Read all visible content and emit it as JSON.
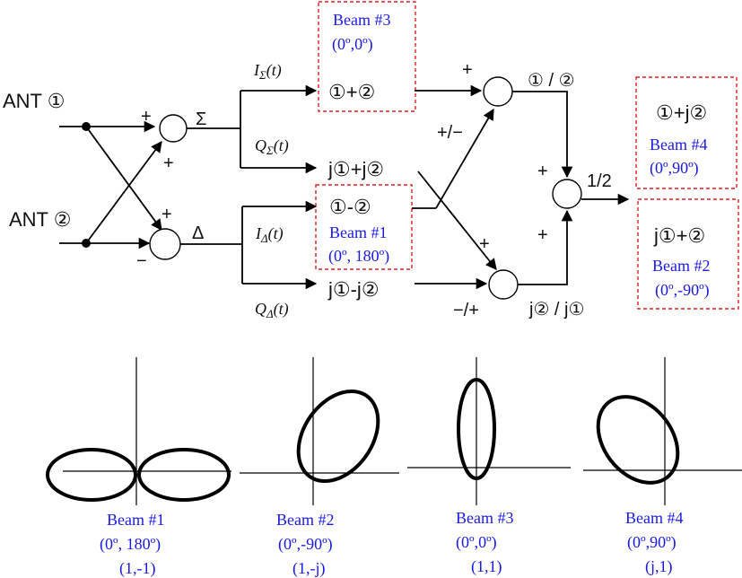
{
  "inputs": {
    "ant1": "ANT ①",
    "ant2": "ANT ②"
  },
  "hybrid": {
    "sigma": "Σ",
    "delta": "Δ",
    "plus_top_1": "+",
    "plus_top_2": "+",
    "plus_bot_1": "+",
    "minus_bot": "−"
  },
  "signals": {
    "i_sigma": "IΣ(t)",
    "q_sigma": "QΣ(t)",
    "i_delta": "IΔ(t)",
    "q_delta": "QΔ(t)"
  },
  "combos": {
    "sum_12": "①+②",
    "j_sum": "j①+j②",
    "diff_12": "①-②",
    "j_diff": "j①-j②"
  },
  "combiner": {
    "top_plus": "+",
    "cross_sign": "+/−",
    "ratio_top": "① / ②",
    "bot_plus": "+",
    "bot_sign": "−/+",
    "ratio_bot": "j② / j①",
    "final_plus_1": "+",
    "final_plus_2": "+",
    "half": "1/2"
  },
  "beam_boxes": {
    "beam3": {
      "title": "Beam #3",
      "angle": "(0º,0º)"
    },
    "beam1": {
      "title": "Beam #1",
      "angle": "(0º, 180º)"
    },
    "beam4": {
      "expr": "①+j②",
      "title": "Beam #4",
      "angle": "(0º,90º)"
    },
    "beam2": {
      "expr": "j①+②",
      "title": "Beam #2",
      "angle": "(0º,-90º)"
    }
  },
  "patterns": [
    {
      "title": "Beam #1",
      "angle": "(0º, 180º)",
      "weights": "(1,-1)"
    },
    {
      "title": "Beam #2",
      "angle": "(0º,-90º)",
      "weights": "(1,-j)"
    },
    {
      "title": "Beam #3",
      "angle": "(0º,0º)",
      "weights": "(1,1)"
    },
    {
      "title": "Beam #4",
      "angle": "(0º,90º)",
      "weights": "(j,1)"
    }
  ],
  "colors": {
    "label_blue": "#1a1ae6",
    "box_red": "#e02020",
    "line": "#000000"
  }
}
